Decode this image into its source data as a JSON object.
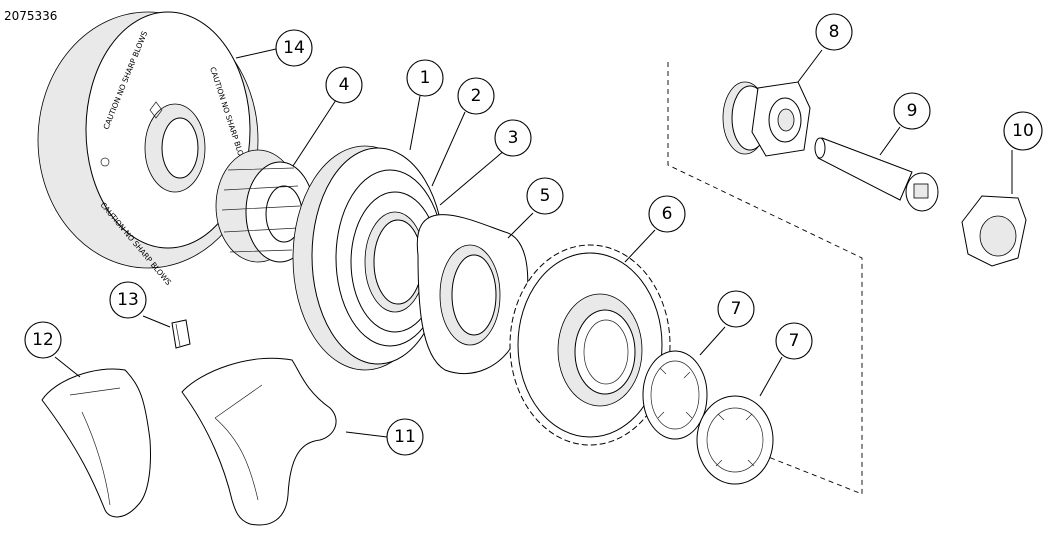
{
  "figure_id": "2075336",
  "tool_text": "CAUTION NO SHARP BLOWS",
  "callouts": [
    {
      "label": "14"
    },
    {
      "label": "4"
    },
    {
      "label": "1"
    },
    {
      "label": "2"
    },
    {
      "label": "3"
    },
    {
      "label": "5"
    },
    {
      "label": "6"
    },
    {
      "label": "7"
    },
    {
      "label": "7"
    },
    {
      "label": "8"
    },
    {
      "label": "9"
    },
    {
      "label": "10"
    },
    {
      "label": "11"
    },
    {
      "label": "12"
    },
    {
      "label": "13"
    }
  ]
}
